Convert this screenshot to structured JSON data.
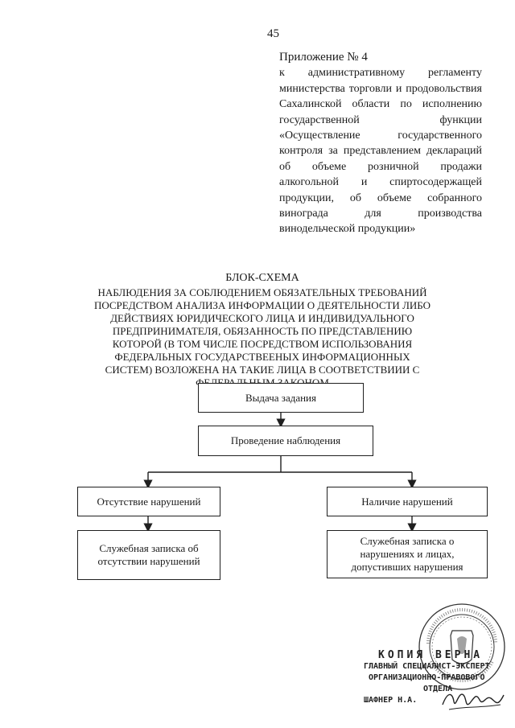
{
  "page_number": "45",
  "appendix": {
    "title": "Приложение № 4",
    "body": "к административному регламенту министерства торговли и продовольствия Сахалинской области по исполнению государственной функции «Осуществление государственного контроля за представлением деклараций об объеме розничной продажи алкогольной и спиртосодержащей продукции, об объеме собранного винограда для производства винодельческой продукции»"
  },
  "schema": {
    "title": "БЛОК-СХЕМА",
    "subtitle": "НАБЛЮДЕНИЯ ЗА СОБЛЮДЕНИЕМ ОБЯЗАТЕЛЬНЫХ ТРЕБОВАНИЙ ПОСРЕДСТВОМ АНАЛИЗА ИНФОРМАЦИИ О ДЕЯТЕЛЬНОСТИ ЛИБО ДЕЙСТВИЯХ ЮРИДИЧЕСКОГО ЛИЦА И ИНДИВИДУАЛЬНОГО ПРЕДПРИНИМАТЕЛЯ, ОБЯЗАННОСТЬ ПО ПРЕДСТАВЛЕНИЮ КОТОРОЙ (В ТОМ ЧИСЛЕ ПОСРЕДСТВОМ ИСПОЛЬЗОВАНИЯ ФЕДЕРАЛЬНЫХ ГОСУДАРСТВЕЕНЫХ ИНФОРМАЦИОННЫХ СИСТЕМ) ВОЗЛОЖЕНА НА ТАКИЕ ЛИЦА В СООТВЕТСТВИИИ С ФЕДЕРАЛЬНЫМ ЗАКОНОМ"
  },
  "flow": {
    "step1": "Выдача задания",
    "step2": "Проведение наблюдения",
    "branch_left": "Отсутствие нарушений",
    "branch_right": "Наличие нарушений",
    "result_left": "Служебная записка об отсутствии нарушений",
    "result_right": "Служебная записка о нарушениях и лицах, допустивших нарушения"
  },
  "certification": {
    "copy_mark": "КОПИЯ ВЕРНА",
    "position_line1": "ГЛАВНЫЙ СПЕЦИАЛИСТ-ЭКСПЕРТ",
    "position_line2": "ОРГАНИЗАЦИОННО-ПРАВОВОГО",
    "position_line3": "ОТДЕЛА",
    "name": "ШАФНЕР Н.А."
  }
}
